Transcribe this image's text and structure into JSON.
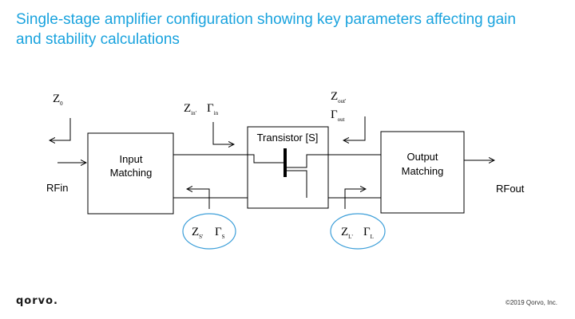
{
  "title": {
    "line1": "Single-stage amplifier configuration showing key parameters affecting gain",
    "line2": "and stability calculations"
  },
  "diagram": {
    "input_matching_label": [
      "Input",
      "Matching"
    ],
    "output_matching_label": [
      "Output",
      "Matching"
    ],
    "transistor_label": "Transistor [S]",
    "rfin_label": "RFin",
    "rfout_label": "RFout",
    "z0": {
      "main": "Z",
      "sub": "0"
    },
    "zin": {
      "main": "Z",
      "sub": "in'"
    },
    "gamma_in": {
      "main": "Γ",
      "sub": "in"
    },
    "zout": {
      "main": "Z",
      "sub": "out'"
    },
    "gamma_out": {
      "main": "Γ",
      "sub": "out"
    },
    "zs": {
      "main": "Z",
      "sub": "S'"
    },
    "gamma_s": {
      "main": "Γ",
      "sub": "S"
    },
    "zl": {
      "main": "Z",
      "sub": "L'"
    },
    "gamma_l": {
      "main": "Γ",
      "sub": "L"
    }
  },
  "colors": {
    "title": "#1aa3de",
    "ellipse_stroke": "#3d9fd9"
  },
  "footer": {
    "logo": "qorvo.",
    "copyright": "©2019 Qorvo, Inc."
  }
}
